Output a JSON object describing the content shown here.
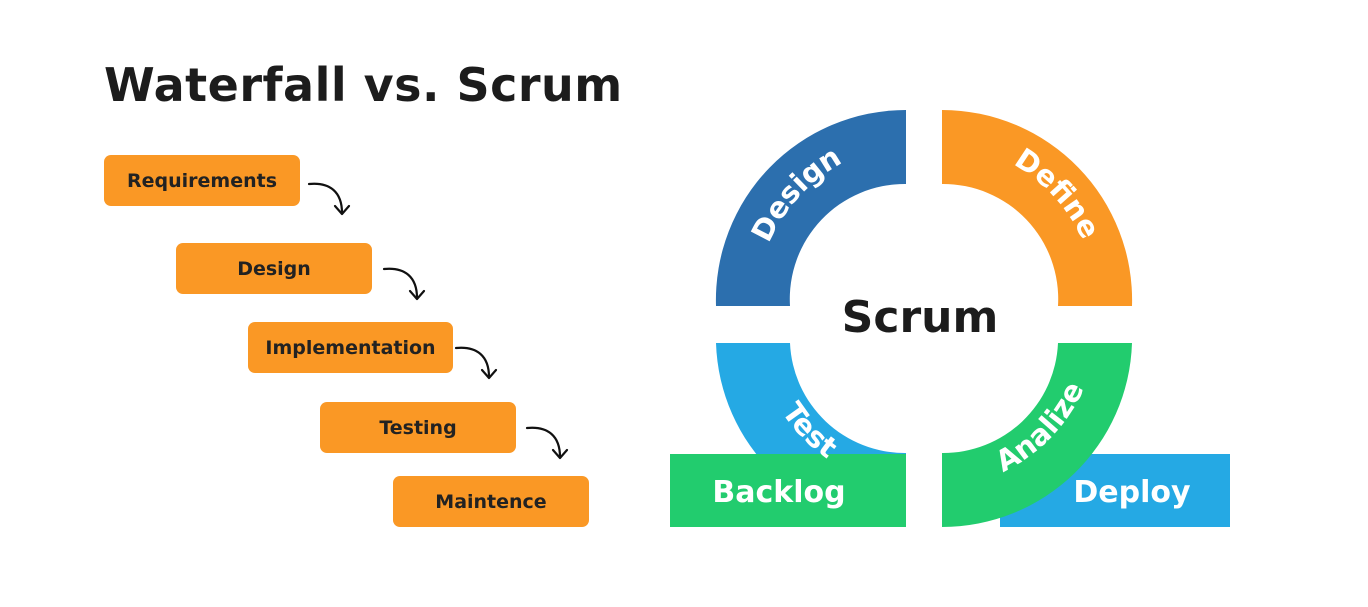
{
  "title": "Waterfall vs. Scrum",
  "waterfall": {
    "steps": [
      "Requirements",
      "Design",
      "Implementation",
      "Testing",
      "Maintence"
    ],
    "color": "#FA9825"
  },
  "scrum": {
    "center_label": "Scrum",
    "phases": [
      {
        "label": "Design",
        "color": "#2C6FAE"
      },
      {
        "label": "Define",
        "color": "#FA9825"
      },
      {
        "label": "Analize",
        "color": "#22CC6E"
      },
      {
        "label": "Test",
        "color": "#25A9E4"
      }
    ],
    "backlog": {
      "label": "Backlog",
      "color": "#22CC6E"
    },
    "deploy": {
      "label": "Deploy",
      "color": "#25A9E4"
    }
  }
}
